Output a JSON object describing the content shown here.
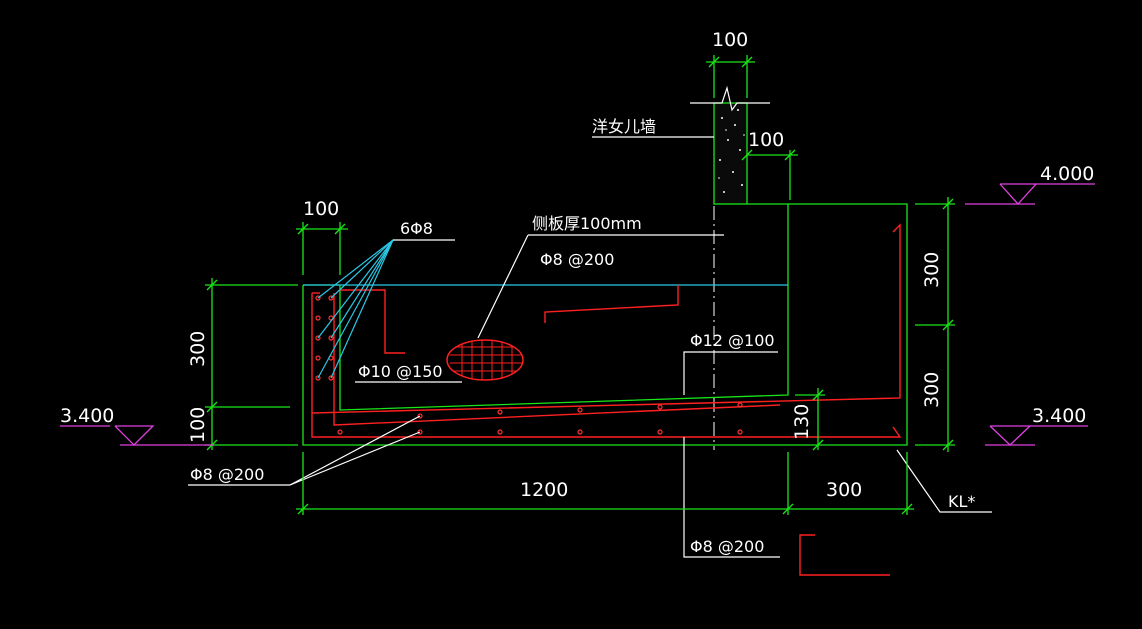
{
  "labels": {
    "parapet": "洋女儿墙",
    "side_plate": "侧板厚100mm",
    "top_rebar": "Φ8 @200",
    "corner_bars": "6Φ8",
    "stirrup_10": "Φ10 @150",
    "rebar_12": "Φ12 @100",
    "bottom_left": "Φ8 @200",
    "bottom_right": "Φ8 @200",
    "beam": "KL*"
  },
  "dimensions": {
    "top_100": "100",
    "wall_100": "100",
    "left_100": "100",
    "left_300": "300",
    "left_100_low": "100",
    "width_1200": "1200",
    "width_300": "300",
    "right_300_top": "300",
    "right_300_bottom": "300",
    "dim_130": "130"
  },
  "elevations": {
    "left": "3.400",
    "right_low": "3.400",
    "right_high": "4.000"
  },
  "colors": {
    "background": "#000000",
    "concrete_outline": "#19e619",
    "rebar": "#ff2020",
    "text": "#ffffff",
    "leader": "#29c8e6",
    "level_mark": "#e040e0"
  }
}
